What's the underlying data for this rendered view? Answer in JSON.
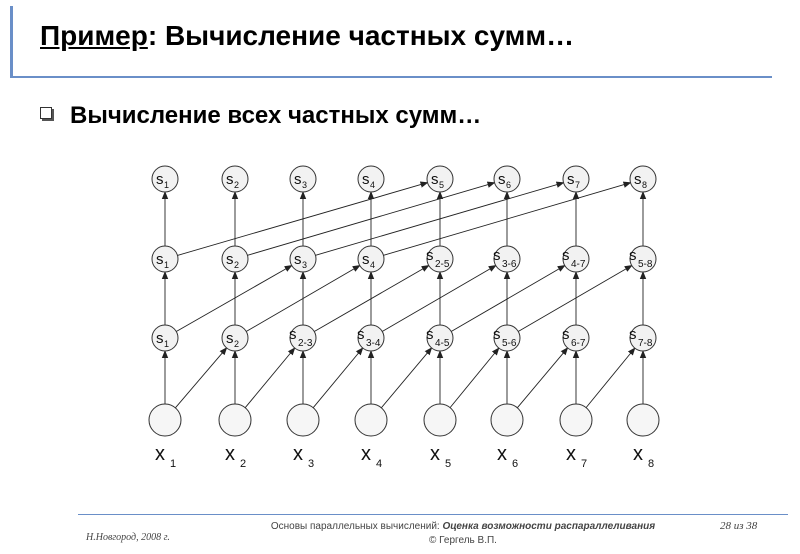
{
  "slide": {
    "title_underlined": "Пример",
    "title_rest": ": Вычисление частных сумм…",
    "bullet": "Вычисление всех частных сумм…"
  },
  "diagram": {
    "inputs": [
      [
        "x",
        "1"
      ],
      [
        "x",
        "2"
      ],
      [
        "x",
        "3"
      ],
      [
        "x",
        "4"
      ],
      [
        "x",
        "5"
      ],
      [
        "x",
        "6"
      ],
      [
        "x",
        "7"
      ],
      [
        "x",
        "8"
      ]
    ],
    "level1": [
      [
        "s",
        "1"
      ],
      [
        "s",
        "2"
      ],
      [
        "s",
        "2-3"
      ],
      [
        "s",
        "3-4"
      ],
      [
        "s",
        "4-5"
      ],
      [
        "s",
        "5-6"
      ],
      [
        "s",
        "6-7"
      ],
      [
        "s",
        "7-8"
      ]
    ],
    "level2": [
      [
        "s",
        "1"
      ],
      [
        "s",
        "2"
      ],
      [
        "s",
        "3"
      ],
      [
        "s",
        "4"
      ],
      [
        "s",
        "2-5"
      ],
      [
        "s",
        "3-6"
      ],
      [
        "s",
        "4-7"
      ],
      [
        "s",
        "5-8"
      ]
    ],
    "level3": [
      [
        "s",
        "1"
      ],
      [
        "s",
        "2"
      ],
      [
        "s",
        "3"
      ],
      [
        "s",
        "4"
      ],
      [
        "s",
        "5"
      ],
      [
        "s",
        "6"
      ],
      [
        "s",
        "7"
      ],
      [
        "s",
        "8"
      ]
    ]
  },
  "footer": {
    "left": "Н.Новгород, 2008 г.",
    "center_prefix": "Основы параллельных вычислений: ",
    "center_italic": "Оценка возможности распараллеливания",
    "center_line2": "© Гергель В.П.",
    "page": "28",
    "of": "из",
    "total": "38"
  },
  "colors": {
    "accent": "#6a8fc8",
    "node_fill": "#f2f2f2",
    "line": "#222222"
  }
}
